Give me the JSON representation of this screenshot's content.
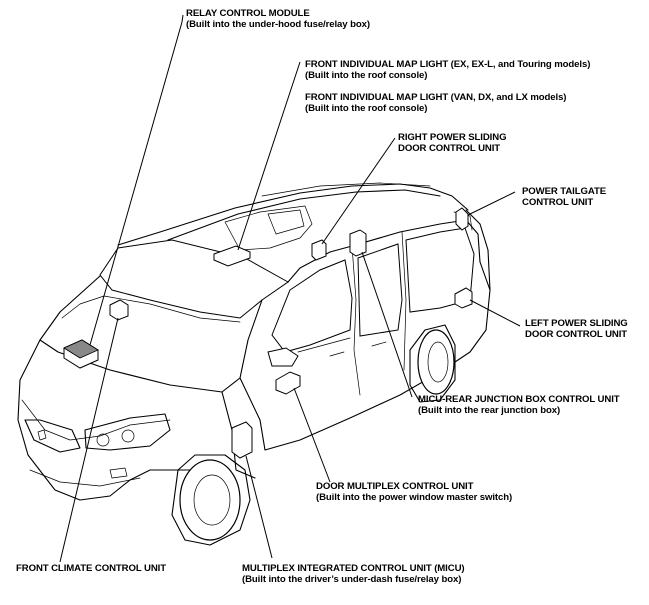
{
  "labels": {
    "relay": {
      "title": "RELAY CONTROL MODULE",
      "sub": "(Built into the under-hood fuse/relay box)"
    },
    "map_ex": {
      "title": "FRONT INDIVIDUAL MAP LIGHT (EX, EX-L, and Touring models)",
      "sub": "(Built into the roof console)"
    },
    "map_van": {
      "title": "FRONT INDIVIDUAL MAP LIGHT (VAN, DX, and LX models)",
      "sub": "(Built into the roof console)"
    },
    "right_sliding": {
      "line1": "RIGHT POWER SLIDING",
      "line2": "DOOR CONTROL UNIT"
    },
    "tailgate": {
      "line1": "POWER TAILGATE",
      "line2": "CONTROL UNIT"
    },
    "left_sliding": {
      "line1": "LEFT POWER SLIDING",
      "line2": "DOOR CONTROL UNIT"
    },
    "micu_rear": {
      "title": "MICU-REAR JUNCTION BOX CONTROL UNIT",
      "sub": "(Built into the rear junction box)"
    },
    "door_mpx": {
      "title": "DOOR MULTIPLEX CONTROL UNIT",
      "sub": "(Built into the power window master switch)"
    },
    "climate": {
      "title": "FRONT CLIMATE CONTROL UNIT"
    },
    "micu": {
      "title": "MULTIPLEX INTEGRATED CONTROL UNIT (MICU)",
      "sub": "(Built into the driver’s under-dash fuse/relay box)"
    }
  }
}
